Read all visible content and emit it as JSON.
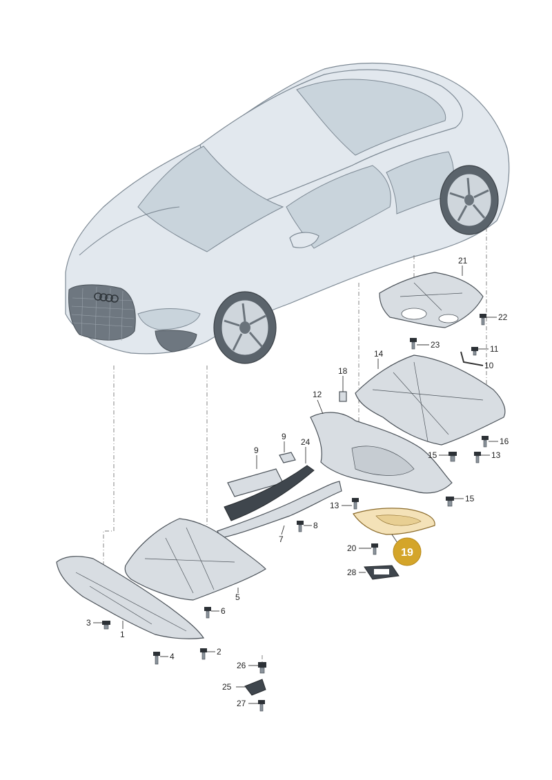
{
  "callout": {
    "number": "19",
    "color": "#d4a52a"
  },
  "parts": [
    {
      "id": "21"
    },
    {
      "id": "22"
    },
    {
      "id": "23"
    },
    {
      "id": "11"
    },
    {
      "id": "10"
    },
    {
      "id": "14"
    },
    {
      "id": "18"
    },
    {
      "id": "12"
    },
    {
      "id": "16"
    },
    {
      "id": "15a",
      "label": "15"
    },
    {
      "id": "13a",
      "label": "13"
    },
    {
      "id": "9a",
      "label": "9"
    },
    {
      "id": "9b",
      "label": "9"
    },
    {
      "id": "24"
    },
    {
      "id": "13b",
      "label": "13"
    },
    {
      "id": "15b",
      "label": "15"
    },
    {
      "id": "8"
    },
    {
      "id": "7"
    },
    {
      "id": "20"
    },
    {
      "id": "28"
    },
    {
      "id": "5"
    },
    {
      "id": "6"
    },
    {
      "id": "3"
    },
    {
      "id": "1"
    },
    {
      "id": "2"
    },
    {
      "id": "4"
    },
    {
      "id": "26"
    },
    {
      "id": "25"
    },
    {
      "id": "27"
    }
  ],
  "labels": {
    "p21": "21",
    "p22": "22",
    "p23": "23",
    "p11": "11",
    "p10": "10",
    "p14": "14",
    "p18": "18",
    "p12": "12",
    "p16": "16",
    "p15a": "15",
    "p13a": "13",
    "p9a": "9",
    "p9b": "9",
    "p24": "24",
    "p13b": "13",
    "p15b": "15",
    "p8": "8",
    "p7": "7",
    "p20": "20",
    "p28": "28",
    "p5": "5",
    "p6": "6",
    "p3": "3",
    "p1": "1",
    "p2": "2",
    "p4": "4",
    "p26": "26",
    "p25": "25",
    "p27": "27"
  }
}
